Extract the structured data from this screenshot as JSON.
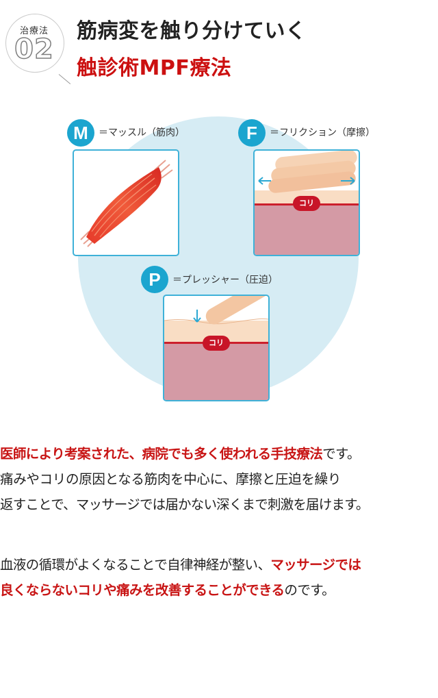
{
  "header": {
    "badge_label": "治療法",
    "badge_number": "02",
    "title_line1": "筋病変を触り分けていく",
    "title_line2": "触診術MPF療法"
  },
  "diagram": {
    "m": {
      "letter": "M",
      "caption": "＝マッスル（筋肉）"
    },
    "f": {
      "letter": "F",
      "caption": "＝フリクション（摩擦）",
      "badge": "コリ"
    },
    "p": {
      "letter": "P",
      "caption": "＝プレッシャー（圧迫）",
      "badge": "コリ"
    }
  },
  "paragraph1": {
    "line1_red": "医師により考案された、病院でも多く使われる手技療法",
    "line1_rest": "です。",
    "line2": "痛みやコリの原因となる筋肉を中心に、摩擦と圧迫を繰り",
    "line3": "返すことで、マッサージでは届かない深くまで刺激を届けます。"
  },
  "paragraph2": {
    "line1_plain": "血液の循環がよくなることで自律神経が整い、",
    "line1_red": "マッサージでは",
    "line2_red": "良くならないコリや痛みを改善することができる",
    "line2_rest": "のです。"
  },
  "colors": {
    "accent_blue": "#1ba5cf",
    "highlight_red": "#c81414",
    "circle_bg": "#d6ecf4"
  }
}
